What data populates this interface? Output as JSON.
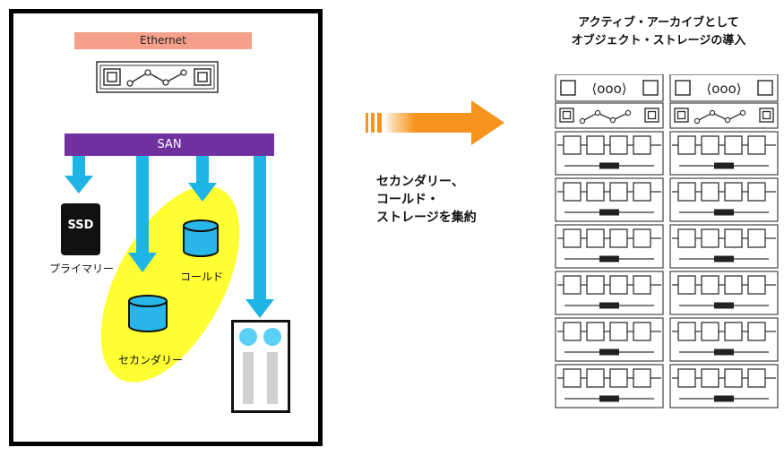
{
  "left_panel": {
    "ethernet_label": "Ethernet",
    "san_label": "SAN",
    "ssd_label": "SSD",
    "primary_label": "プライマリー",
    "cold_label": "コールド",
    "secondary_label": "セカンダリー"
  },
  "middle": {
    "caption_lines": [
      "セカンダリー、",
      "コールド・",
      "ストレージを集約"
    ]
  },
  "right_panel": {
    "title_lines": [
      "アクティブ・アーカイブとして",
      "オブジェクト・ストレージの導入"
    ],
    "header_glyph": "⟨ooo⟩",
    "node_rows": 6
  },
  "colors": {
    "ethernet_bar": "#f4a08a",
    "san_bar": "#7030a0",
    "arrow_blue": "#1fb4e6",
    "ellipse_yellow": "#ffff33",
    "orange_arrow": "#f7941d",
    "disk_blue": "#29b6e8",
    "tape_circle": "#5bd0f5",
    "tape_slot": "#d0d0d0"
  }
}
